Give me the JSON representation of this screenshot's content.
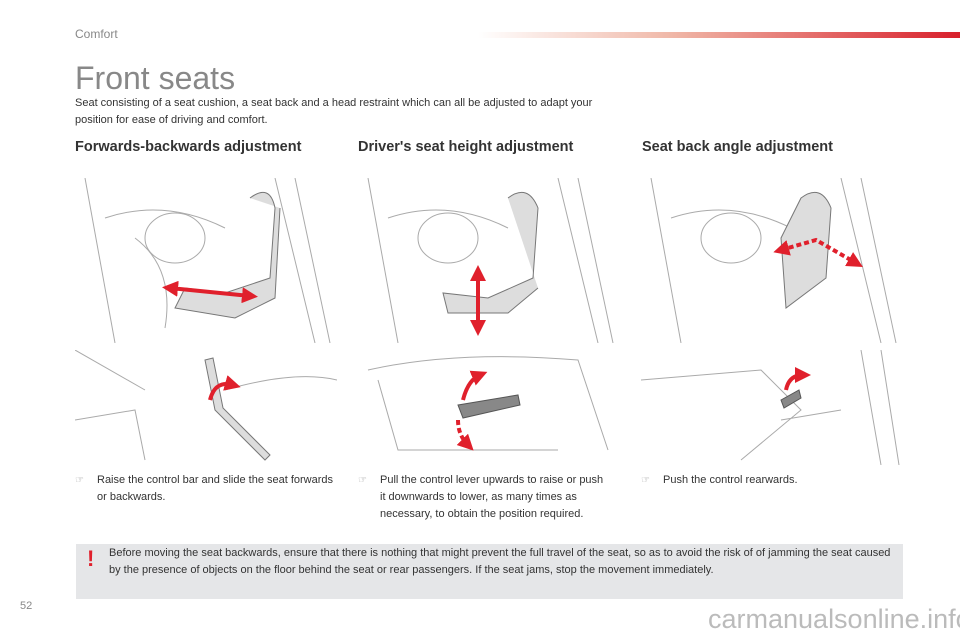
{
  "header": {
    "section": "Comfort",
    "page_number": "52"
  },
  "title": "Front seats",
  "intro": "Seat consisting of a seat cushion, a seat back and a head restraint which can all be adjusted to adapt your position for ease of driving and comfort.",
  "columns": [
    {
      "heading": "Forwards-backwards adjustment",
      "instruction": "Raise the control bar and slide the seat forwards or backwards."
    },
    {
      "heading": "Driver's seat height adjustment",
      "instruction": "Pull the control lever upwards to raise or push it downwards to lower, as many times as necessary, to obtain the position required."
    },
    {
      "heading": "Seat back angle adjustment",
      "instruction": "Push the control rearwards."
    }
  ],
  "bullet_icon": "pointing-hand-icon",
  "warning": {
    "icon": "exclamation-icon",
    "text": "Before moving the seat backwards, ensure that there is nothing that might prevent the full travel of the seat, so as to avoid the risk of of jamming the seat caused by the presence of objects on the floor behind the seat or rear passengers. If the seat jams, stop the movement immediately."
  },
  "watermark": "carmanualsonline.info",
  "colors": {
    "accent": "#d8202c",
    "warning_bg": "#e5e6e8"
  }
}
